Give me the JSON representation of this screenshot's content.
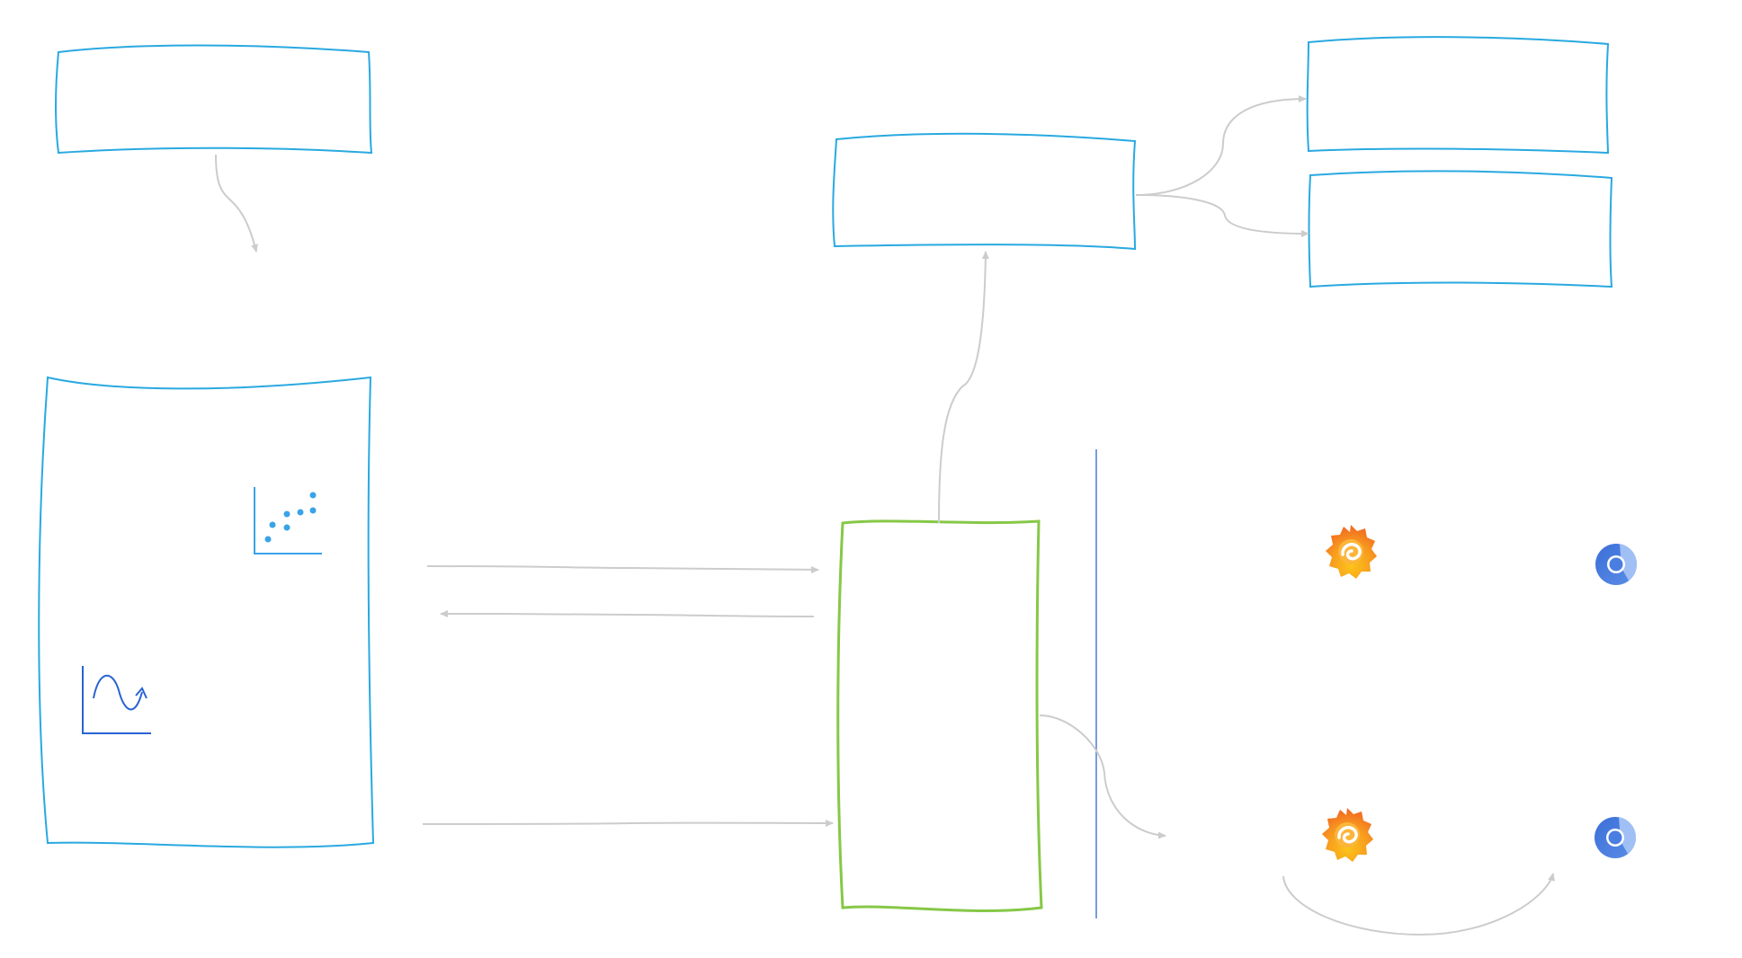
{
  "diagram": {
    "style": "hand-drawn sketch",
    "colors": {
      "box_blue": "#29a9e0",
      "box_green": "#86c847",
      "arrow_gray": "#cccccc",
      "divider": "#4a7fd6",
      "icon_blue": "#3aa3e8",
      "icon_dark_blue": "#2a63d4",
      "grafana_orange": "#f26d21",
      "grafana_yellow": "#fcc419",
      "chrome_blue": "#4a7ee0",
      "chrome_light": "#a8c6f7"
    },
    "boxes": [
      {
        "id": "top-left-box",
        "color": "blue",
        "label": ""
      },
      {
        "id": "large-left-panel",
        "color": "blue",
        "label": ""
      },
      {
        "id": "center-top-box",
        "color": "blue",
        "label": ""
      },
      {
        "id": "right-top-box-1",
        "color": "blue",
        "label": ""
      },
      {
        "id": "right-top-box-2",
        "color": "blue",
        "label": ""
      },
      {
        "id": "center-green-box",
        "color": "green",
        "label": ""
      }
    ],
    "icons": [
      {
        "name": "scatter-plot-icon"
      },
      {
        "name": "line-chart-icon"
      },
      {
        "name": "grafana-icon"
      },
      {
        "name": "grafana-icon"
      },
      {
        "name": "chromium-icon"
      },
      {
        "name": "chromium-icon"
      }
    ],
    "connectors": [
      {
        "from": "top-left-box",
        "to": "large-left-panel"
      },
      {
        "from": "large-left-panel",
        "to": "center-green-box"
      },
      {
        "from": "center-green-box",
        "to": "large-left-panel"
      },
      {
        "from": "large-left-panel",
        "to": "center-green-box"
      },
      {
        "from": "center-green-box",
        "to": "center-top-box"
      },
      {
        "from": "center-top-box",
        "to": "right-top-box-1"
      },
      {
        "from": "center-top-box",
        "to": "right-top-box-2"
      },
      {
        "from": "center-green-box",
        "to": "grafana-icon"
      },
      {
        "from": "grafana-icon",
        "to": "chromium-icon"
      }
    ]
  }
}
